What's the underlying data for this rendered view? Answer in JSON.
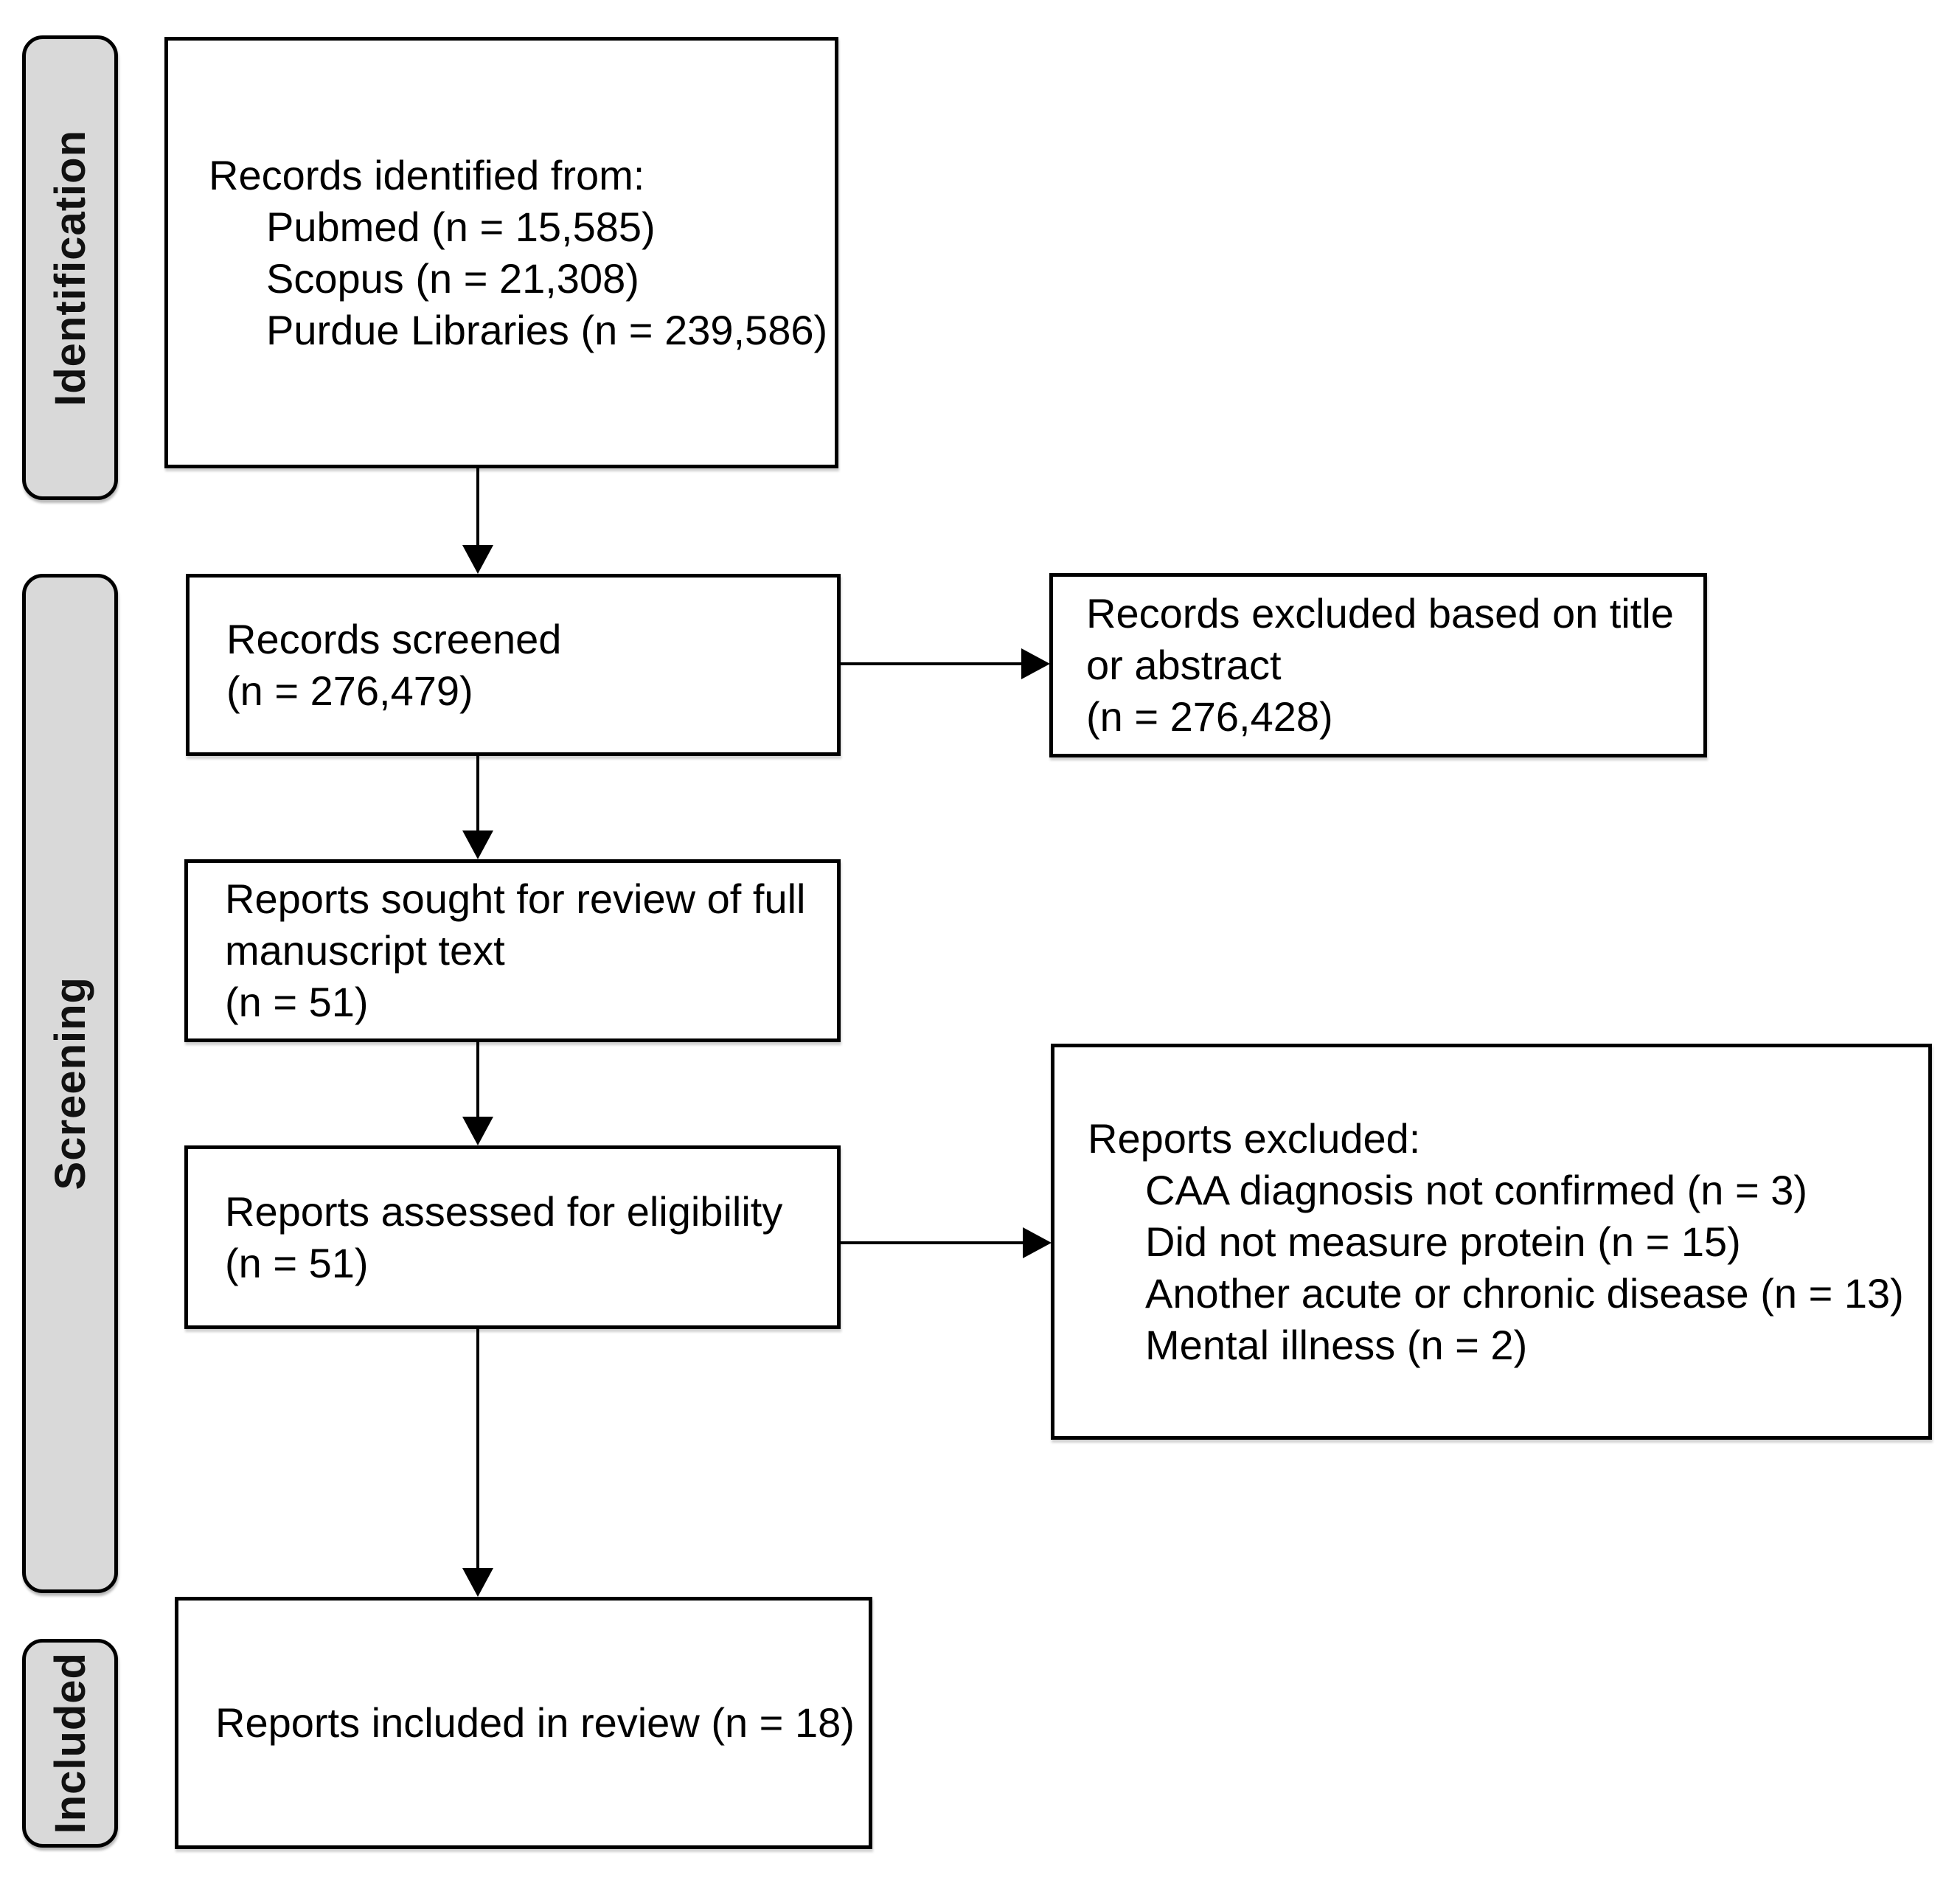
{
  "diagram": {
    "type": "prisma-flowchart",
    "stages": [
      {
        "label": "Identification"
      },
      {
        "label": "Screening"
      },
      {
        "label": "Included"
      }
    ],
    "boxes": {
      "identified": {
        "title": "Records identified from:",
        "items": [
          "Pubmed (n = 15,585)",
          "Scopus (n = 21,308)",
          "Purdue Libraries (n = 239,586)"
        ]
      },
      "screened": {
        "lines": [
          "Records screened",
          "(n = 276,479)"
        ]
      },
      "excluded_title_abstract": {
        "lines": [
          "Records excluded based on title",
          "or abstract",
          "(n = 276,428)"
        ]
      },
      "sought": {
        "lines": [
          "Reports sought for review of full",
          "manuscript text",
          "(n = 51)"
        ]
      },
      "assessed": {
        "lines": [
          "Reports assessed for eligibility",
          "(n = 51)"
        ]
      },
      "reports_excluded": {
        "title": "Reports excluded:",
        "items": [
          "CAA diagnosis not confirmed (n = 3)",
          "Did not measure protein (n = 15)",
          "Another acute or chronic disease (n = 13)",
          "Mental illness (n = 2)"
        ]
      },
      "included_review": {
        "lines": [
          "Reports included in review (n = 18)"
        ]
      }
    },
    "colors": {
      "stage_fill": "#d9d9d9",
      "box_fill": "#ffffff",
      "border": "#000000"
    }
  }
}
